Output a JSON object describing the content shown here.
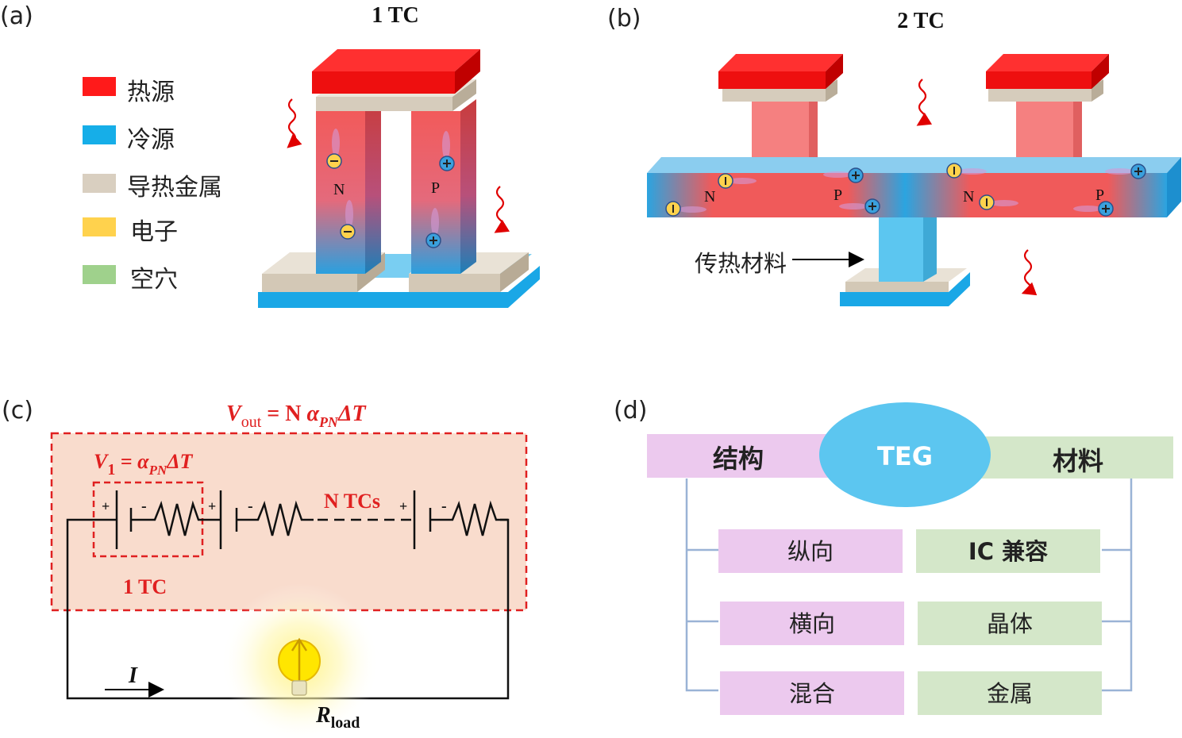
{
  "panels": {
    "a": {
      "label": "(a)",
      "title": "1 TC",
      "legend": [
        {
          "label": "热源",
          "color": "#ff1a1a"
        },
        {
          "label": "冷源",
          "color": "#16aee8"
        },
        {
          "label": "导热金属",
          "color": "#d9cfc0"
        },
        {
          "label": "电子",
          "color": "#ffd24d"
        },
        {
          "label": "空穴",
          "color": "#9fd18c"
        }
      ],
      "leg_n": "N",
      "leg_p": "P"
    },
    "b": {
      "label": "(b)",
      "title": "2 TC",
      "n1": "N",
      "p1": "P",
      "n2": "N",
      "p2": "P",
      "arrow_label": "传热材料"
    },
    "c": {
      "label": "(c)",
      "vout_V": "V",
      "vout_sub": "out",
      "vout_rest": " = N ",
      "vout_alpha": "α",
      "vout_alpha_sub": "PN",
      "vout_tail": "ΔT",
      "v1_V": "V",
      "v1_sub": "1",
      "v1_rest": " = ",
      "v1_alpha": "α",
      "v1_alpha_sub": "PN",
      "v1_tail": "ΔT",
      "ntcs": "N TCs",
      "one_tc": "1 TC",
      "current": "I",
      "rload_R": "R",
      "rload_sub": "load",
      "plus": "+",
      "minus": "-"
    },
    "d": {
      "label": "(d)",
      "left_header": "结构",
      "center": "TEG",
      "right_header": "材料",
      "left_items": [
        "纵向",
        "横向",
        "混合"
      ],
      "right_items": [
        "IC 兼容",
        "晶体",
        "金属"
      ],
      "colors": {
        "pink": "#ecc9ee",
        "green": "#d4e7c9",
        "blue": "#5cc6f0",
        "line": "#9ab3d6"
      }
    }
  }
}
